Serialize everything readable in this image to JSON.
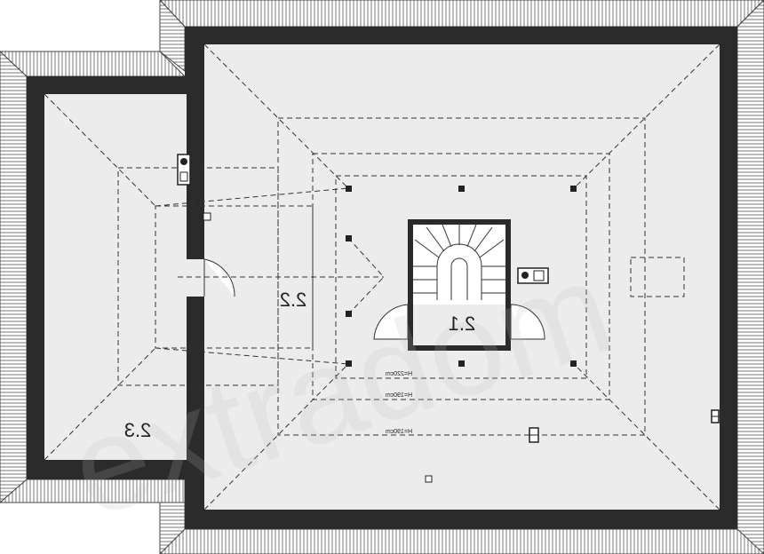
{
  "rooms": [
    {
      "id": "2.1",
      "label": "2.1"
    },
    {
      "id": "2.2",
      "label": "2.2"
    },
    {
      "id": "2.3",
      "label": "2.3"
    }
  ],
  "heights": {
    "h220": "H=220cm",
    "h190a": "H=190cm",
    "h190b": "H=190cm"
  },
  "watermark": "extradom",
  "colors": {
    "wall": "#2b2b2b",
    "floor": "#ececec",
    "line": "#333333"
  }
}
